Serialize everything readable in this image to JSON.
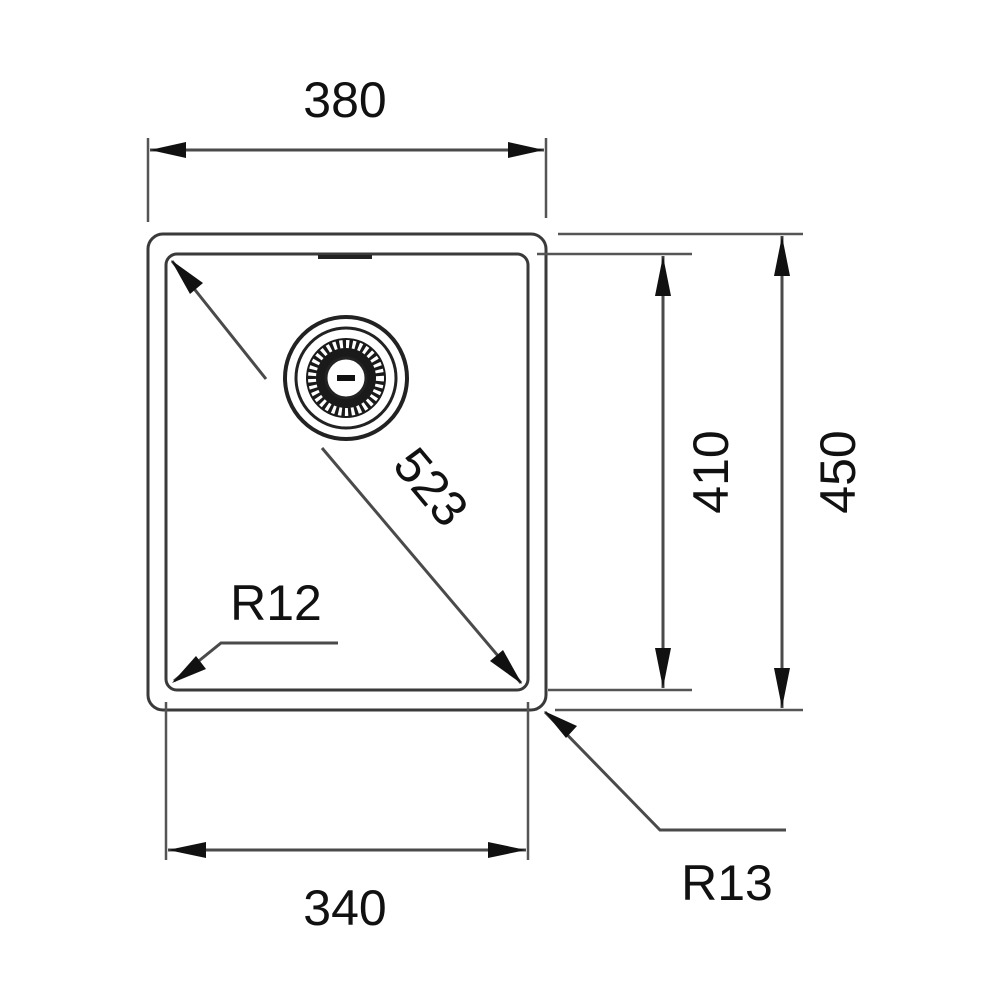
{
  "drawing": {
    "type": "sink dimension drawing (top view)",
    "units": "mm",
    "colors": {
      "line": "#4a4a4a",
      "text": "#111111",
      "background": "#ffffff"
    }
  },
  "dimensions": {
    "outer_width": {
      "label": "380",
      "value": 380
    },
    "inner_width": {
      "label": "340",
      "value": 340
    },
    "inner_depth": {
      "label": "410",
      "value": 410
    },
    "outer_depth": {
      "label": "450",
      "value": 450
    },
    "diagonal": {
      "label": "523",
      "value": 523
    },
    "inner_radius": {
      "label": "R12",
      "value": 12
    },
    "outer_radius": {
      "label": "R13",
      "value": 13
    }
  },
  "features": {
    "drain": {
      "icon": "drain-strainer-icon"
    },
    "overflow_slot": {
      "icon": "overflow-slot"
    }
  }
}
